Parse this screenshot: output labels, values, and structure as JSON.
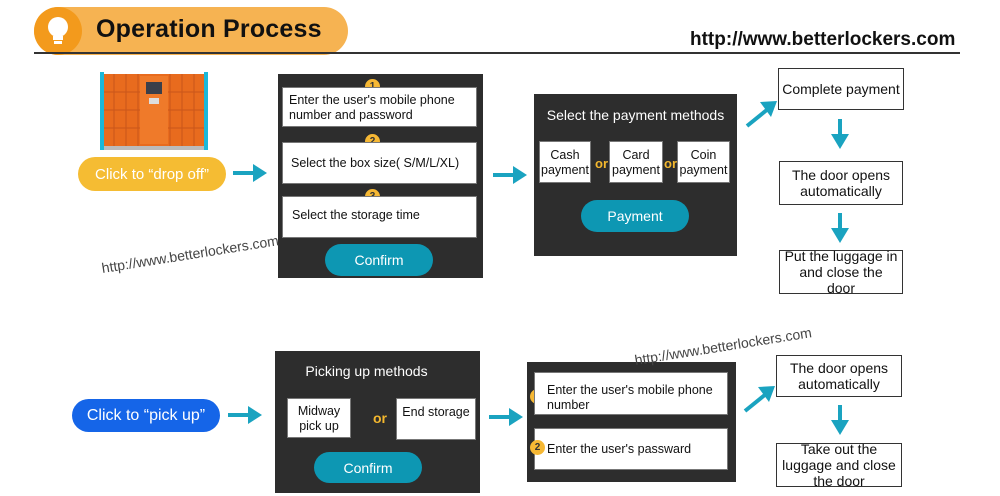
{
  "header": {
    "title": "Operation Process",
    "url": "http://www.betterlockers.com"
  },
  "watermark": "http://www.betterlockers.com",
  "dropoff": {
    "pill_label": "Click to “drop off”",
    "form": {
      "steps": [
        {
          "num": "1",
          "text": "Enter the user's mobile phone number and password"
        },
        {
          "num": "2",
          "text": "Select the box size( S/M/L/XL)"
        },
        {
          "num": "3",
          "text": "Select the storage time"
        }
      ],
      "confirm": "Confirm"
    },
    "payment": {
      "title": "Select the payment methods",
      "options": [
        "Cash payment",
        "Card payment",
        "Coin payment"
      ],
      "or": "or",
      "button": "Payment"
    },
    "outcomes": [
      "Complete payment",
      "The door opens automatically",
      "Put the luggage in and close the door"
    ]
  },
  "pickup": {
    "pill_label": "Click to “pick up”",
    "methods": {
      "title": "Picking up methods",
      "options": [
        "Midway pick up",
        "End storage"
      ],
      "or": "or",
      "confirm": "Confirm"
    },
    "credentials": {
      "steps": [
        {
          "num": "1",
          "text": "Enter the user's mobile phone number"
        },
        {
          "num": "2",
          "text": "Enter the user's passward"
        }
      ]
    },
    "outcomes": [
      "The door opens automatically",
      "Take out the luggage and close the door"
    ]
  },
  "colors": {
    "accent_teal": "#0d97b3",
    "orange": "#f6b352",
    "blue_pill": "#1565e8",
    "yellow_pill": "#f5bc33",
    "panel": "#2d2d2d"
  }
}
